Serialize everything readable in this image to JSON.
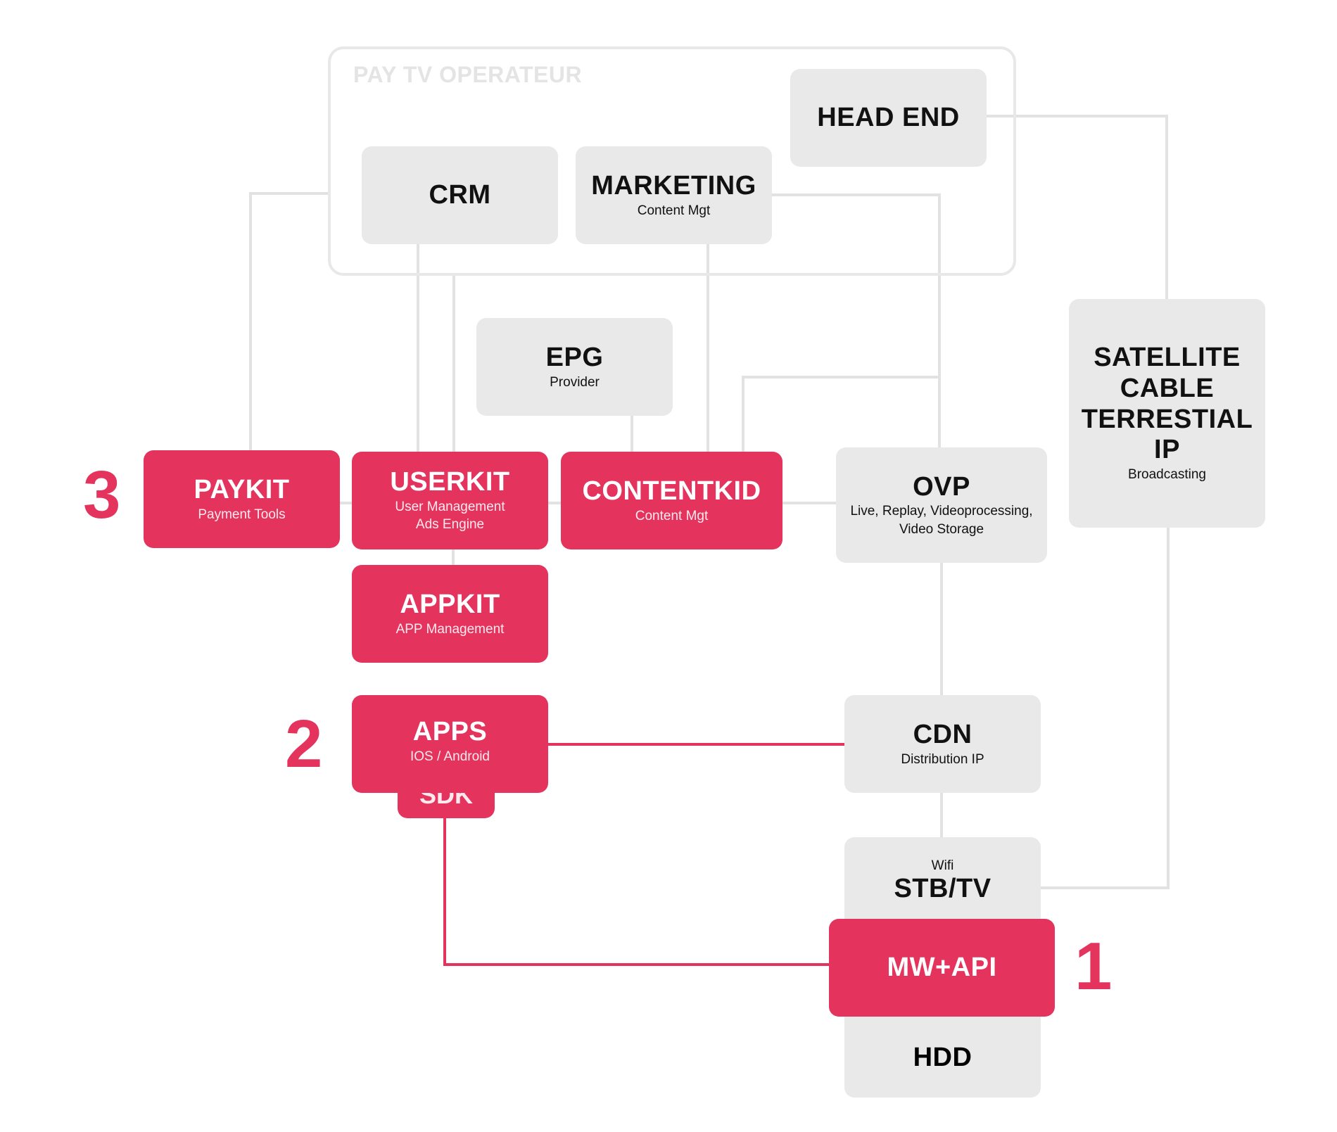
{
  "colors": {
    "accent": "#e4335c",
    "neutral_box": "#e9e9e9",
    "line": "#e2e2e2",
    "text": "#111111"
  },
  "group": {
    "title": "PAY TV OPERATEUR"
  },
  "boxes": {
    "head_end": {
      "title": "HEAD END"
    },
    "crm": {
      "title": "CRM"
    },
    "marketing": {
      "title": "MARKETING",
      "sub": "Content Mgt"
    },
    "epg": {
      "title": "EPG",
      "sub": "Provider"
    },
    "satellite": {
      "lines": [
        "SATELLITE",
        "CABLE",
        "TERRESTIAL",
        "IP"
      ],
      "sub": "Broadcasting"
    },
    "paykit": {
      "title": "PAYKIT",
      "sub": "Payment Tools"
    },
    "userkit": {
      "title": "USERKIT",
      "sub1": "User Management",
      "sub2": "Ads Engine"
    },
    "contentkid": {
      "title": "CONTENTKID",
      "sub": "Content Mgt"
    },
    "ovp": {
      "title": "OVP",
      "sub1": "Live, Replay, Videoprocessing,",
      "sub2": "Video Storage"
    },
    "appkit": {
      "title": "APPKIT",
      "sub": "APP Management"
    },
    "apps": {
      "title": "APPS",
      "sub": "IOS / Android"
    },
    "sdk": {
      "title": "SDK"
    },
    "cdn": {
      "title": "CDN",
      "sub": "Distribution IP"
    },
    "stb": {
      "small": "Wifi",
      "title": "STB/TV"
    },
    "mwapi": {
      "title": "MW+API"
    },
    "hdd": {
      "title": "HDD"
    }
  },
  "numbers": {
    "n1": "1",
    "n2": "2",
    "n3": "3"
  }
}
